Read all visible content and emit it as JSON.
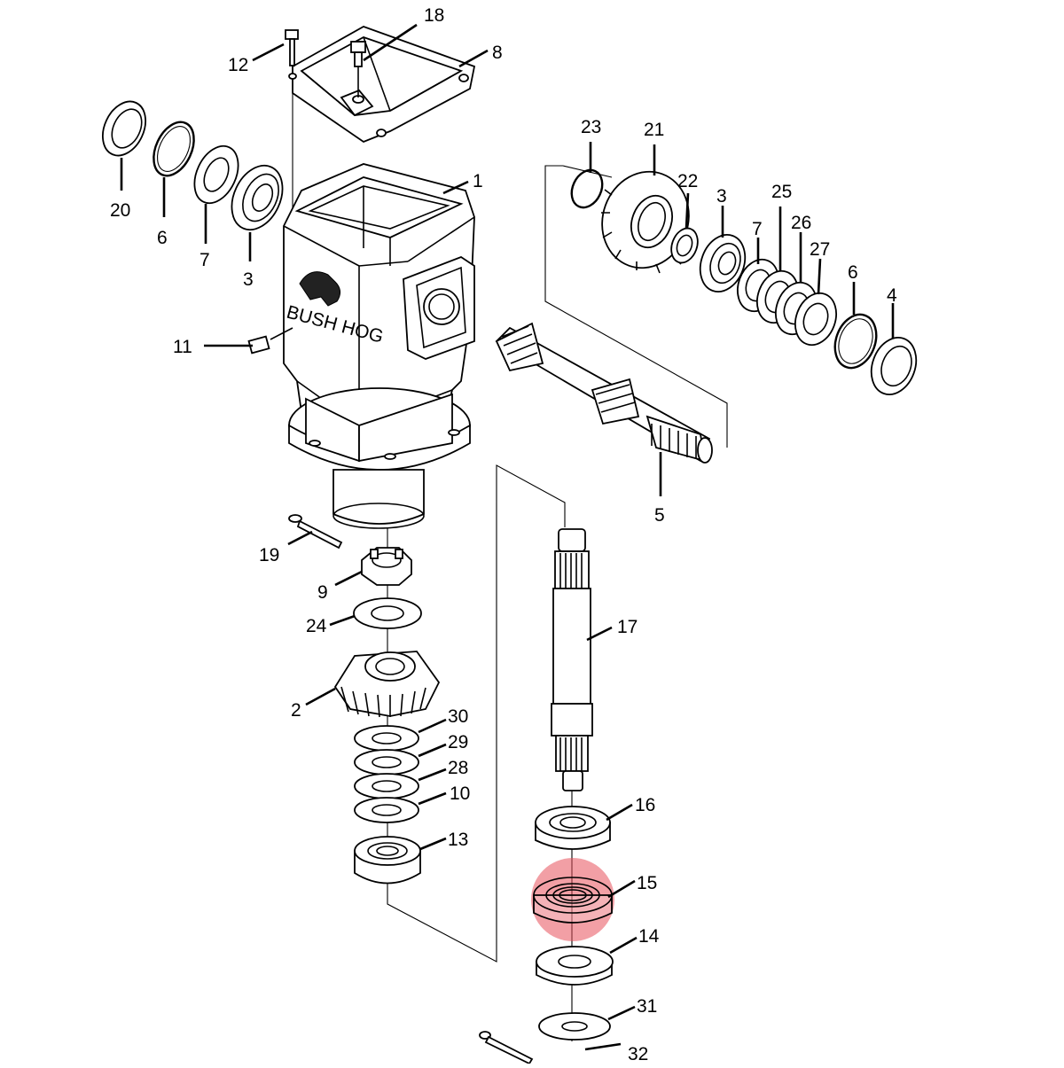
{
  "diagram": {
    "highlight": {
      "part": "15",
      "color": "#e8505b"
    },
    "callouts": {
      "c1": "1",
      "c2": "2",
      "c3a": "3",
      "c3b": "3",
      "c4": "4",
      "c5": "5",
      "c6a": "6",
      "c6b": "6",
      "c7a": "7",
      "c7b": "7",
      "c8": "8",
      "c9": "9",
      "c10": "10",
      "c11": "11",
      "c12": "12",
      "c13": "13",
      "c14": "14",
      "c15": "15",
      "c16": "16",
      "c17": "17",
      "c18": "18",
      "c19": "19",
      "c20": "20",
      "c21": "21",
      "c22": "22",
      "c23": "23",
      "c24": "24",
      "c25": "25",
      "c26": "26",
      "c27": "27",
      "c28": "28",
      "c29": "29",
      "c30": "30",
      "c31": "31",
      "c32": "32"
    }
  }
}
